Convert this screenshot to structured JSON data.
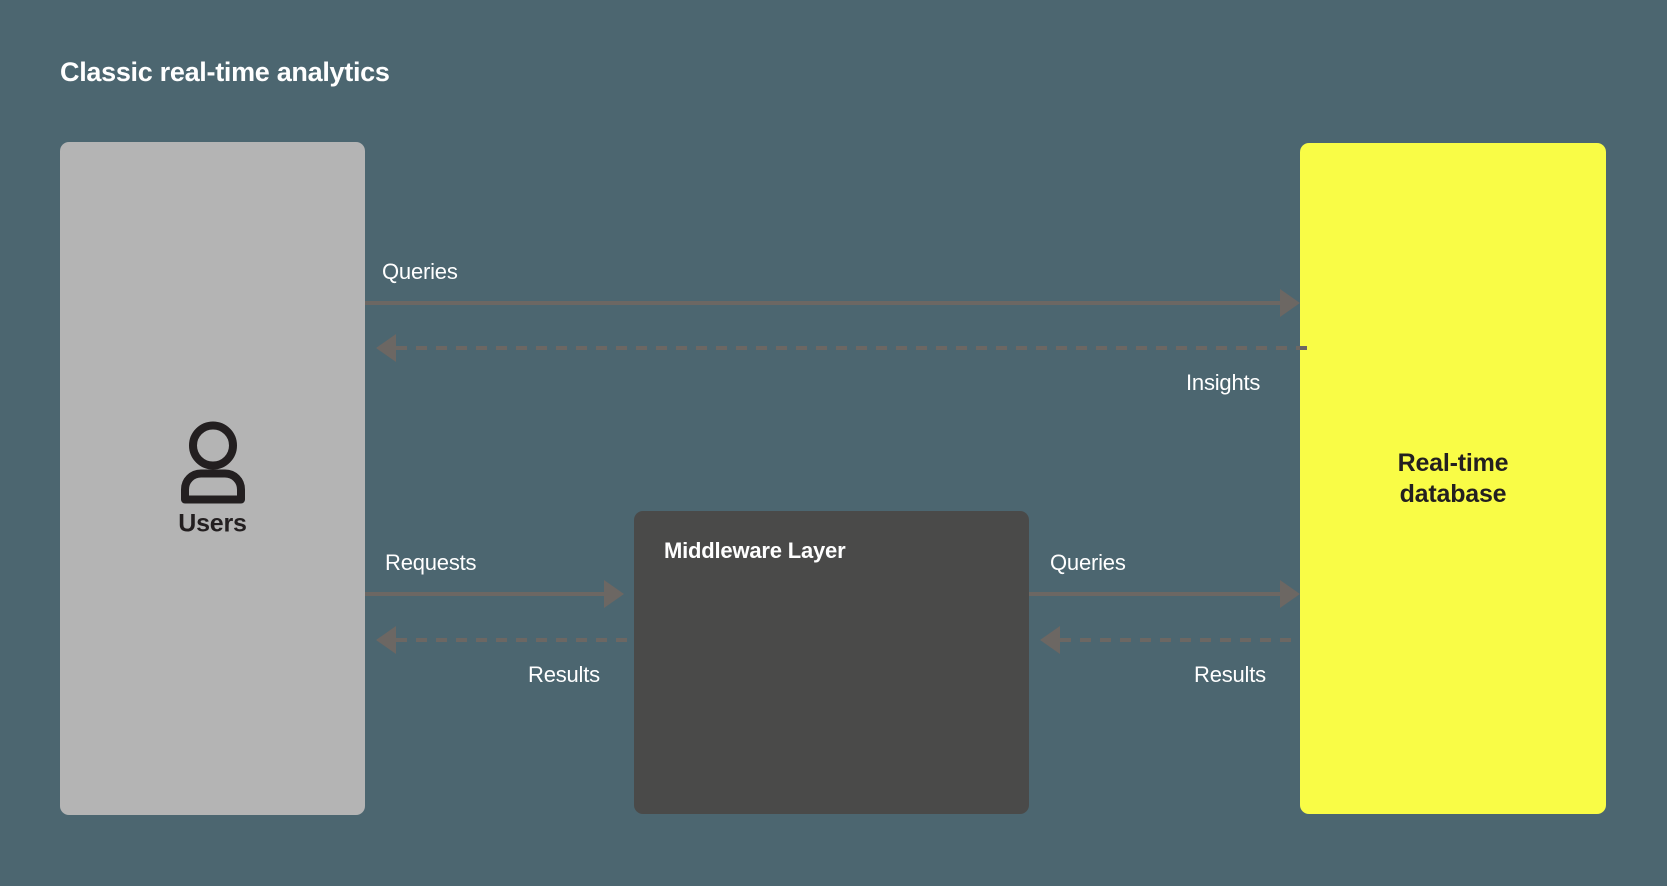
{
  "diagram": {
    "title": "Classic real-time analytics",
    "background_color": "#4c6670",
    "nodes": {
      "users": {
        "label": "Users",
        "icon": "user-icon",
        "fill_color": "#b4b4b4",
        "text_color": "#231f20"
      },
      "middleware": {
        "label": "Middleware Layer",
        "fill_color": "#4a4a49",
        "text_color": "#ffffff"
      },
      "database": {
        "label_line1": "Real-time",
        "label_line2": "database",
        "fill_color": "#f9fc46",
        "text_color": "#231f20"
      }
    },
    "edges": [
      {
        "id": "users-to-database-queries",
        "label": "Queries",
        "from": "users",
        "to": "database",
        "style": "solid",
        "direction": "right",
        "color": "#6c6763"
      },
      {
        "id": "database-to-users-insights",
        "label": "Insights",
        "from": "database",
        "to": "users",
        "style": "dashed",
        "direction": "left",
        "color": "#6c6763"
      },
      {
        "id": "users-to-middleware-requests",
        "label": "Requests",
        "from": "users",
        "to": "middleware",
        "style": "solid",
        "direction": "right",
        "color": "#6c6763"
      },
      {
        "id": "middleware-to-users-results",
        "label": "Results",
        "from": "middleware",
        "to": "users",
        "style": "dashed",
        "direction": "left",
        "color": "#6c6763"
      },
      {
        "id": "middleware-to-database-queries",
        "label": "Queries",
        "from": "middleware",
        "to": "database",
        "style": "solid",
        "direction": "right",
        "color": "#6c6763"
      },
      {
        "id": "database-to-middleware-results",
        "label": "Results",
        "from": "database",
        "to": "middleware",
        "style": "dashed",
        "direction": "left",
        "color": "#6c6763"
      }
    ]
  }
}
